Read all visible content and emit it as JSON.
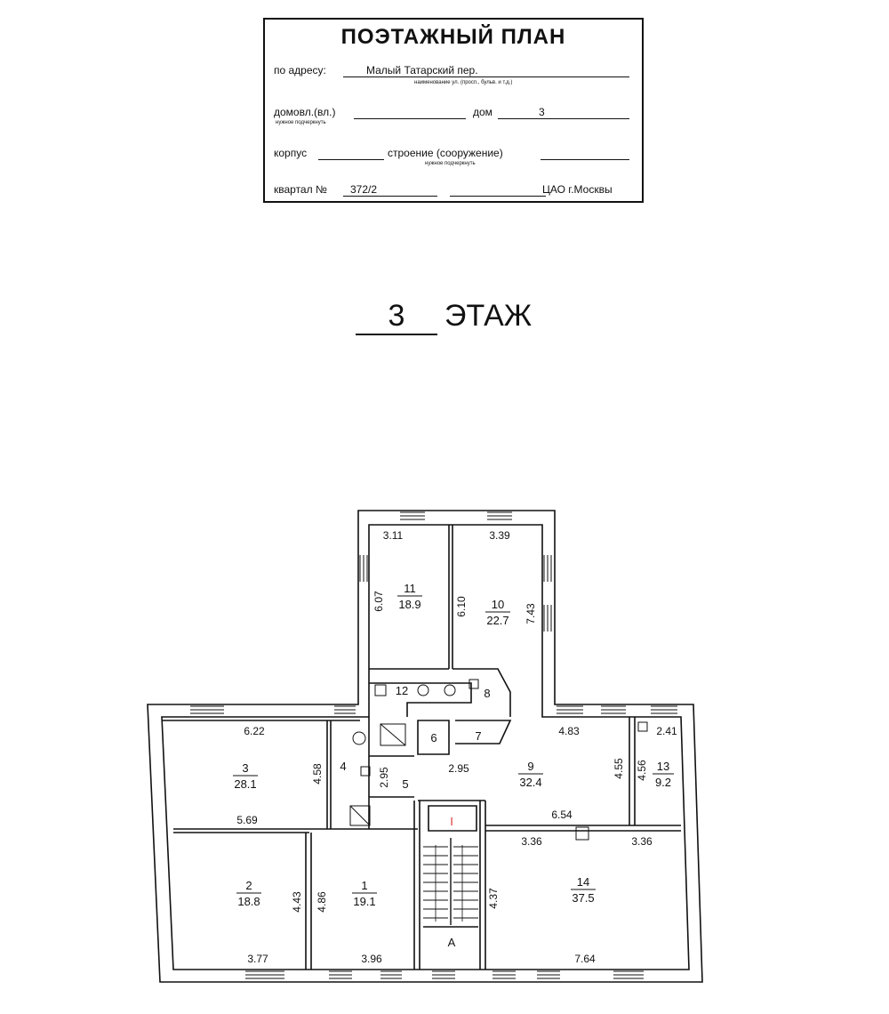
{
  "stamp": {
    "title": "ПОЭТАЖНЫЙ ПЛАН",
    "address_label": "по адресу:",
    "address_value": "Малый Татарский пер.",
    "address_note": "наименование ул. (просп., бульв. и т.д.)",
    "domovl_label": "домовл.(вл.)",
    "domovl_note": "нужное подчеркнуть",
    "dom_label": "дом",
    "dom_value": "3",
    "korpus_label": "корпус",
    "stroenie_label": "строение (сооружение)",
    "stroenie_note": "нужное подчеркнуть",
    "kvartal_label": "квартал №",
    "kvartal_value": "372/2",
    "district": "ЦАО г.Москвы"
  },
  "floor": {
    "number": "3",
    "label": "ЭТАЖ"
  },
  "rooms": [
    {
      "id": "1",
      "area": "19.1"
    },
    {
      "id": "2",
      "area": "18.8"
    },
    {
      "id": "3",
      "area": "28.1"
    },
    {
      "id": "4",
      "area": ""
    },
    {
      "id": "5",
      "area": ""
    },
    {
      "id": "6",
      "area": ""
    },
    {
      "id": "7",
      "area": ""
    },
    {
      "id": "8",
      "area": ""
    },
    {
      "id": "9",
      "area": "32.4"
    },
    {
      "id": "10",
      "area": "22.7"
    },
    {
      "id": "11",
      "area": "18.9"
    },
    {
      "id": "12",
      "area": ""
    },
    {
      "id": "13",
      "area": "9.2"
    },
    {
      "id": "14",
      "area": "37.5"
    }
  ],
  "dimensions": {
    "r11_top": "3.11",
    "r11_side": "6.07",
    "r10_top": "3.39",
    "r10_left": "6.10",
    "r10_right": "7.43",
    "r3_top": "6.22",
    "r3_side": "4.58",
    "r3_bottom": "5.69",
    "r5_side": "2.95",
    "r9_top": "4.83",
    "r9_left": "2.95",
    "r9_right": "4.55",
    "r9_bottom": "6.54",
    "r13_top": "2.41",
    "r13_side": "4.56",
    "r14_top_left": "3.36",
    "r14_top_right": "3.36",
    "r14_side": "4.37",
    "r14_bottom": "7.64",
    "r2_side": "4.43",
    "r2_bottom": "3.77",
    "r1_side": "4.86",
    "r1_bottom": "3.96"
  },
  "stair_label": "А",
  "stair_mark": "I"
}
